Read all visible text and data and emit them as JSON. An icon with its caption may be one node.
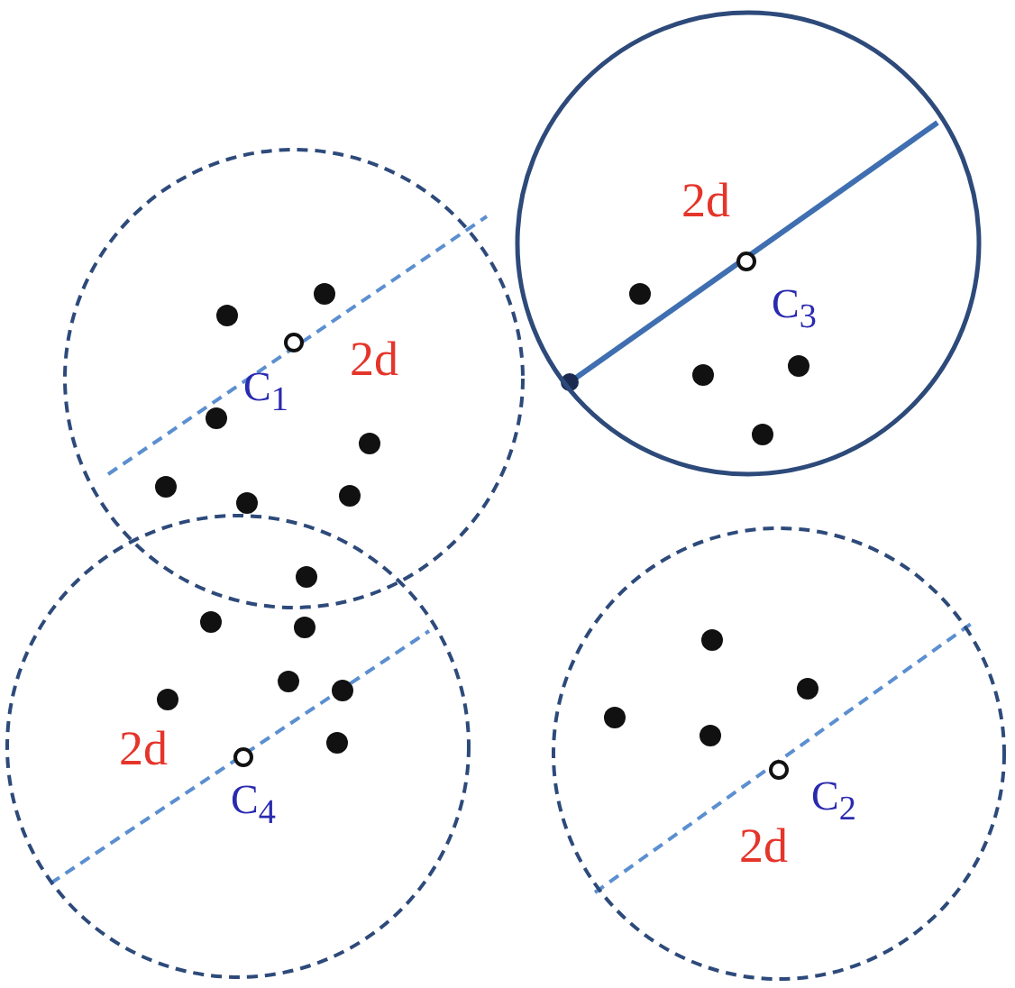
{
  "diagram": {
    "nodes": [
      {
        "text": [
          "2d",
          "C$_{1}$"
        ]
      },
      {
        "text": [
          "2d",
          "C$_{3}$"
        ]
      },
      {
        "text": [
          "2d",
          "C$_{4}$"
        ]
      },
      {
        "text": [
          "C$_{2}$",
          "2d"
        ]
      }
    ]
  }
}
